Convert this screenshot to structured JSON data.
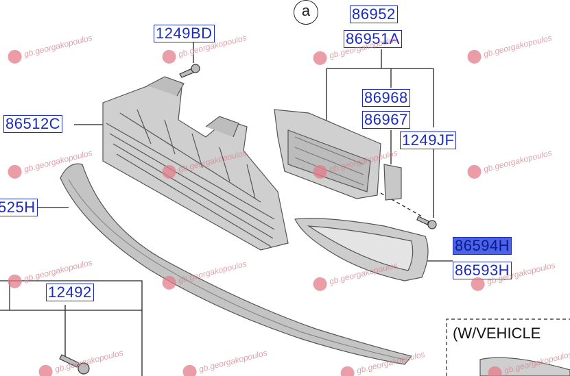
{
  "diagram": {
    "marker": "a",
    "callouts": {
      "c86952": "86952",
      "c86951A": "86951A",
      "c1249BD": "1249BD",
      "c86968": "86968",
      "c86967": "86967",
      "c1249JF": "1249JF",
      "c86512C": "86512C",
      "c525H": "525H",
      "c86594H": "86594H",
      "c86593H": "86593H",
      "c12492": "12492"
    },
    "vehicle_note": "(W/VEHICLE",
    "watermark": "gb.georgakopoulos"
  },
  "colors": {
    "callout": "#1a2bc4",
    "highlight": "#4a63e8",
    "part_fill": "#c8c8c8",
    "part_stroke": "#555555",
    "watermark": "#d08590"
  }
}
